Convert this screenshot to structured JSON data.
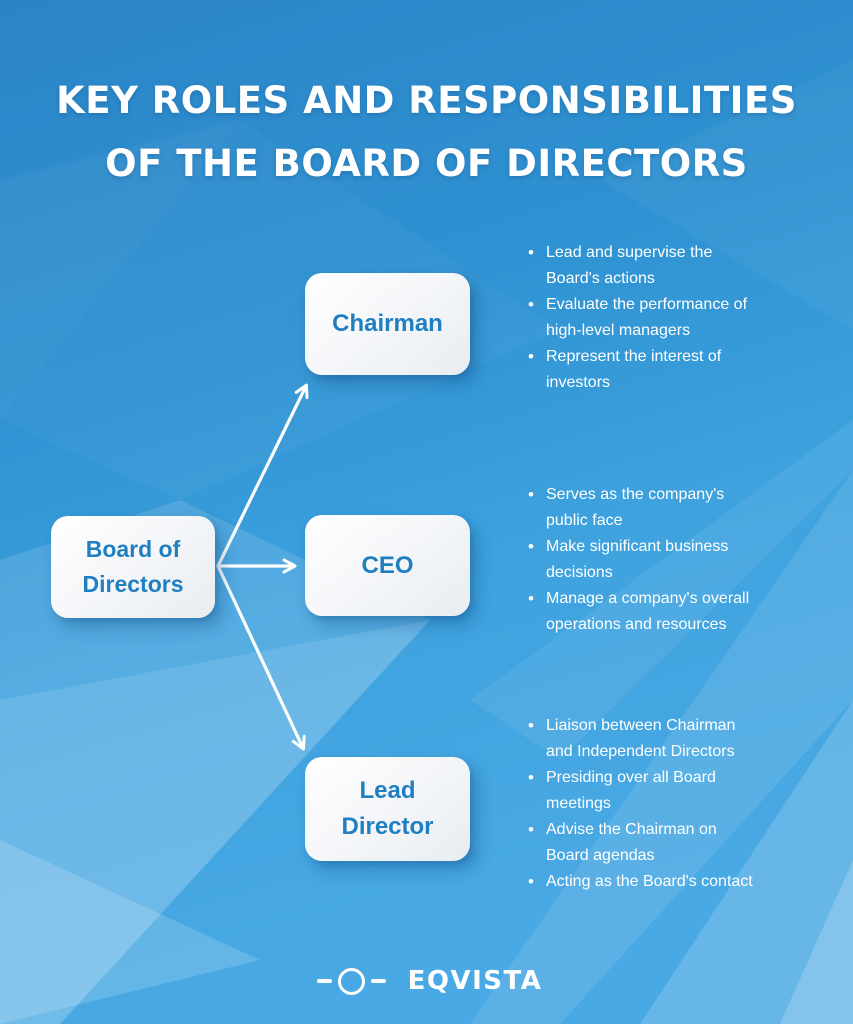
{
  "title": {
    "line1": "KEY ROLES AND RESPONSIBILITIES",
    "line2": "OF THE BOARD OF DIRECTORS"
  },
  "diagram": {
    "root": {
      "label": "Board of Directors"
    },
    "branches": [
      {
        "label": "Chairman",
        "bullets": [
          "Lead and supervise the Board's actions",
          "Evaluate the performance of high-level managers",
          "Represent the interest of investors"
        ]
      },
      {
        "label": "CEO",
        "bullets": [
          "Serves as the company's public face",
          "Make significant business decisions",
          "Manage a company's overall operations and resources"
        ]
      },
      {
        "label": "Lead Director",
        "bullets": [
          "Liaison between Chairman and Independent Directors",
          "Presiding over all Board meetings",
          "Advise the Chairman on Board agendas",
          "Acting as the Board's contact"
        ]
      }
    ]
  },
  "footer": {
    "brand": "EQVISTA"
  },
  "colors": {
    "background_top": "#2b84c6",
    "background_bottom": "#49a9e4",
    "node_background": "#f4f6f9",
    "node_text": "#1f7fc0",
    "title_text": "#ffffff",
    "bullet_text": "#ffffff",
    "arrow": "#ffffff"
  }
}
